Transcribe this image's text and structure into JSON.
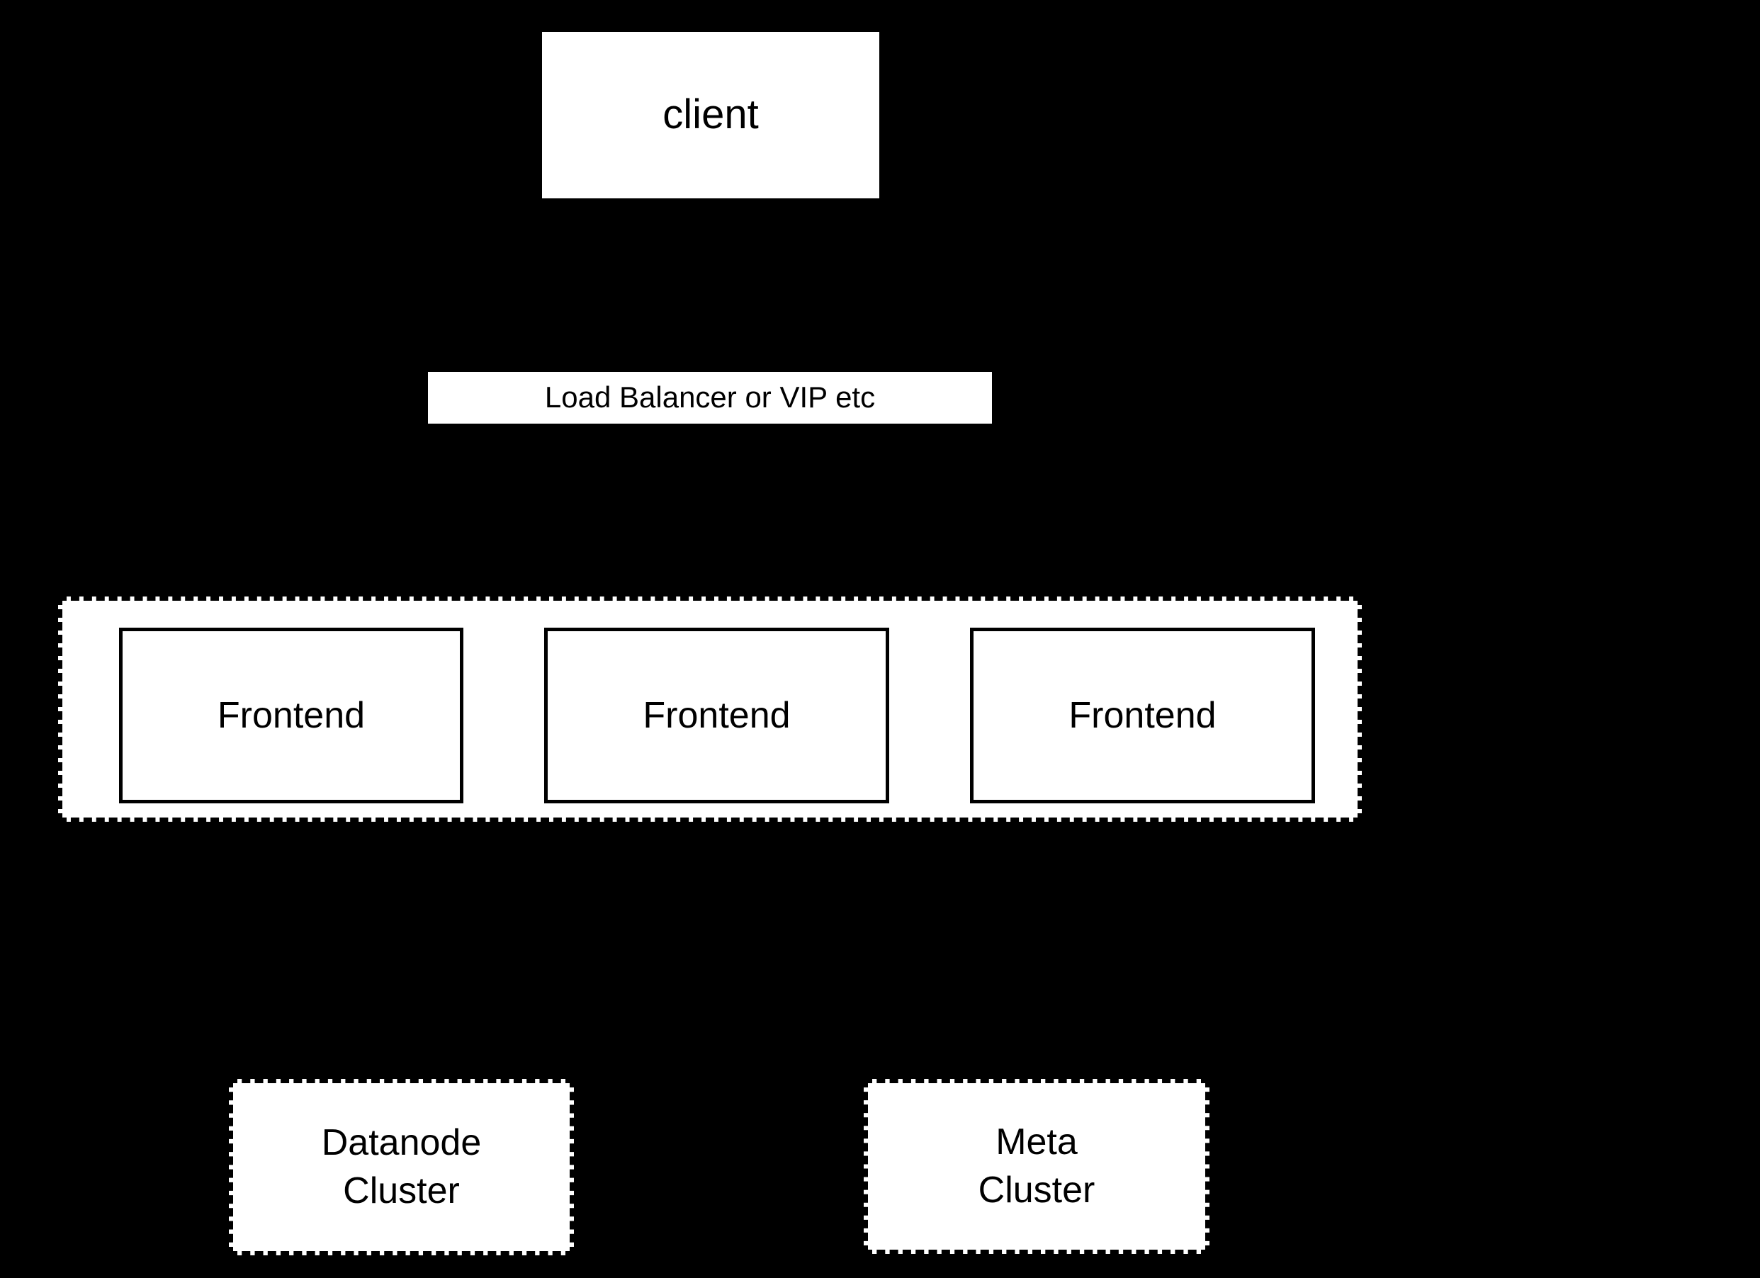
{
  "diagram": {
    "background_color": "#000000",
    "node_fill_color": "#ffffff",
    "node_text_color": "#000000",
    "nodes": {
      "client": {
        "label": "client",
        "style": "solid-fill"
      },
      "load_balancer": {
        "label": "Load Balancer or VIP etc",
        "style": "solid-fill"
      },
      "frontend_group": {
        "style": "dashed-border",
        "members": [
          {
            "label": "Frontend"
          },
          {
            "label": "Frontend"
          },
          {
            "label": "Frontend"
          }
        ]
      },
      "datanode_cluster": {
        "label": "Datanode\nCluster",
        "style": "dashed-border"
      },
      "meta_cluster": {
        "label": "Meta\nCluster",
        "style": "dashed-border"
      }
    }
  }
}
